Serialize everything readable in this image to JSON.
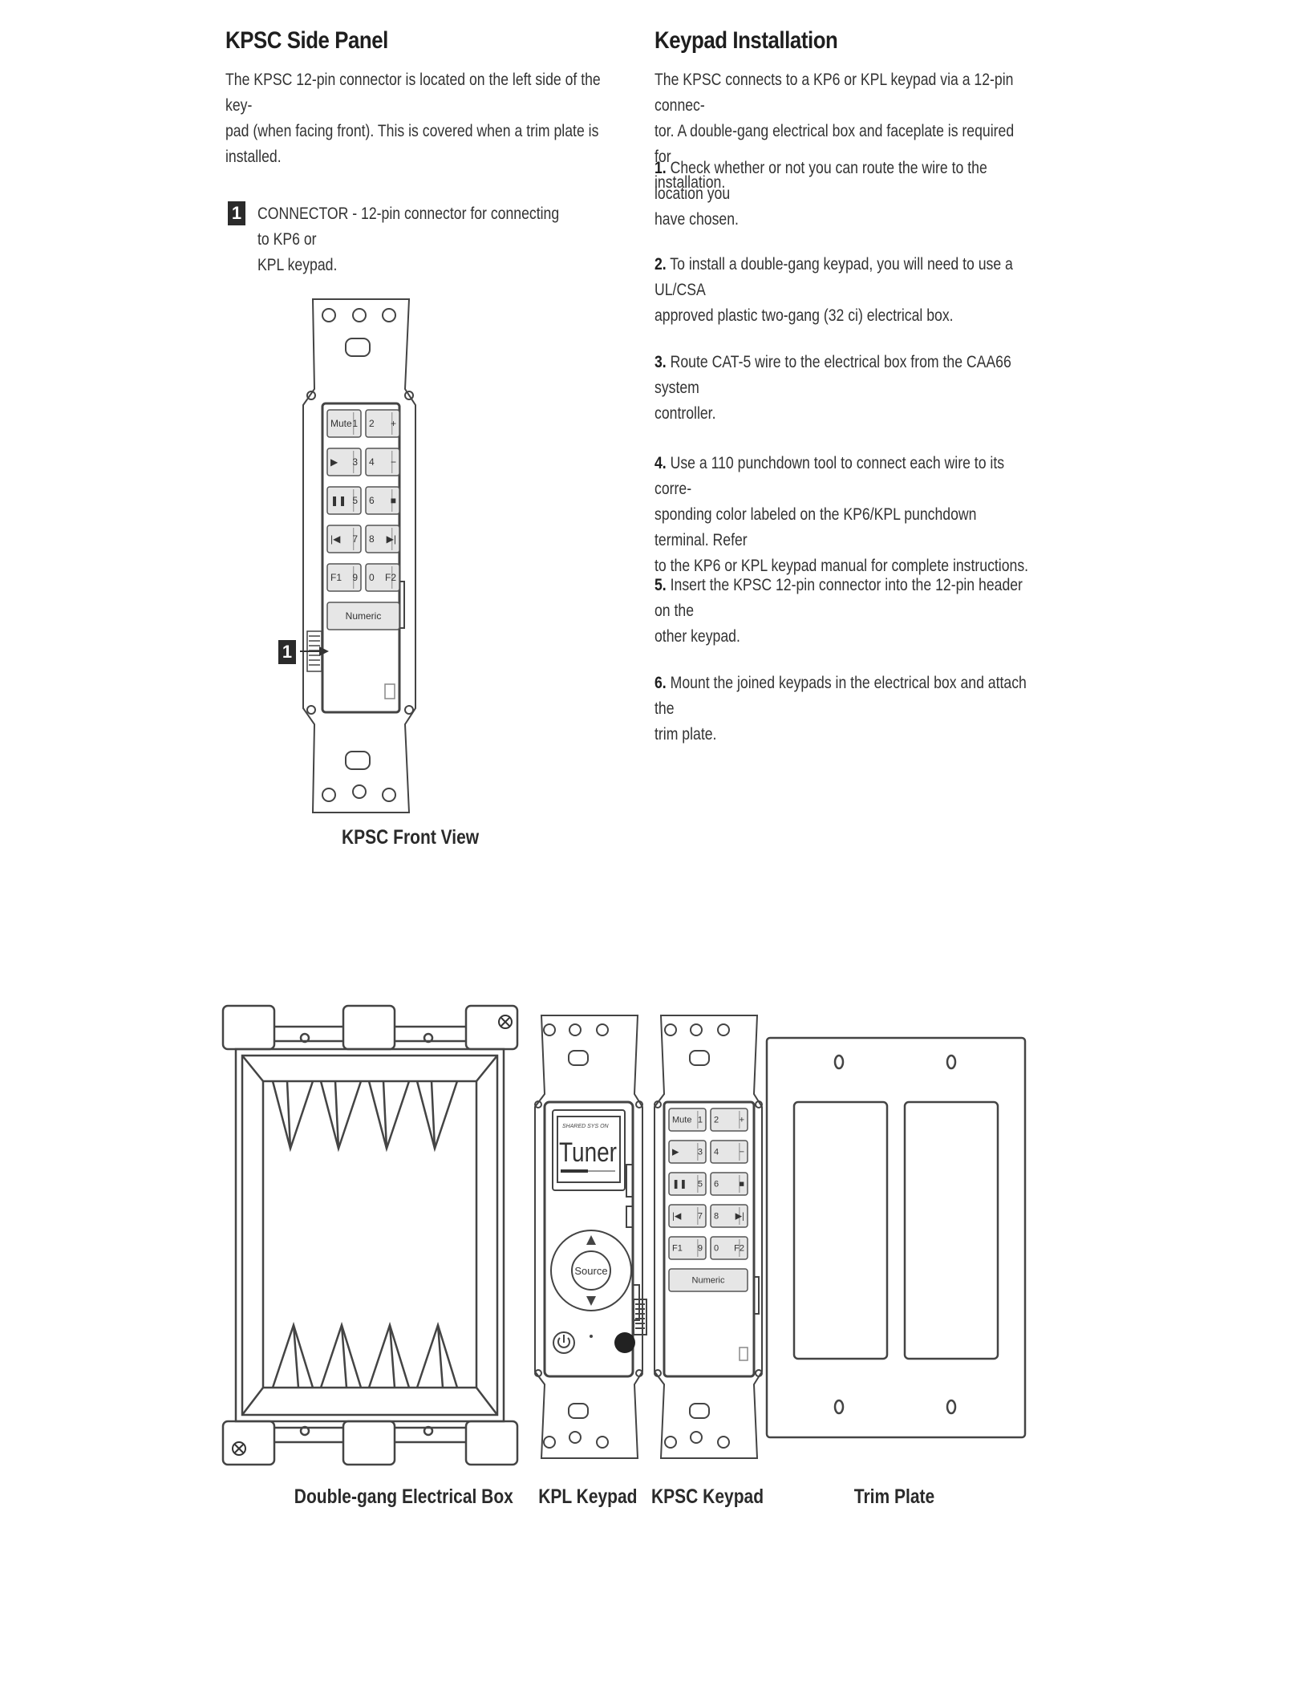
{
  "side_panel": {
    "heading": "KPSC Side Panel",
    "intro_lines": [
      "The KPSC 12-pin connector is located on the left side of the key-",
      "pad (when facing front). This is covered when a trim plate is",
      "installed."
    ],
    "callout": {
      "number": "1",
      "lines": [
        "CONNECTOR - 12-pin connector for connecting to KP6 or",
        "KPL keypad."
      ]
    },
    "figure_caption": "KPSC Front View"
  },
  "installation": {
    "heading": "Keypad Installation",
    "intro_lines": [
      "The KPSC connects to a KP6 or KPL keypad via a 12-pin connec-",
      "tor. A double-gang electrical box and faceplate is required for",
      "installation."
    ],
    "steps": [
      {
        "num": "1.",
        "lines": [
          "Check whether or not you can route the wire to the location you",
          "have chosen."
        ]
      },
      {
        "num": "2.",
        "lines": [
          "To install a double-gang keypad, you will need to use a UL/CSA",
          "approved plastic two-gang (32 ci) electrical box."
        ]
      },
      {
        "num": "3.",
        "lines": [
          "Route CAT-5 wire to the electrical box from the CAA66 system",
          "controller."
        ]
      },
      {
        "num": "4.",
        "lines": [
          "Use a 110 punchdown tool to connect each wire to its corre-",
          "sponding color labeled on the KP6/KPL punchdown terminal. Refer",
          "to the KP6 or KPL keypad manual for complete instructions."
        ]
      },
      {
        "num": "5.",
        "lines": [
          "Insert the KPSC 12-pin connector into the 12-pin header on the",
          "other keypad."
        ]
      },
      {
        "num": "6.",
        "lines": [
          "Mount the joined keypads in the electrical box and attach the",
          "trim plate."
        ]
      }
    ]
  },
  "keypad_buttons": [
    [
      "Mute",
      "1",
      "2",
      "+"
    ],
    [
      "▶",
      "3",
      "4",
      "−"
    ],
    [
      "❚❚",
      "5",
      "6",
      "■"
    ],
    [
      "|◀",
      "7",
      "8",
      "▶|"
    ],
    [
      "F1",
      "9",
      "0",
      "F2"
    ]
  ],
  "keypad_numeric_label": "Numeric",
  "kpl": {
    "lcd_top": "SHARED  SYS ON",
    "lcd_main": "Tuner",
    "source_label": "Source"
  },
  "bottom_captions": {
    "box": "Double-gang Electrical Box",
    "kpl": "KPL Keypad",
    "kpsc": "KPSC Keypad",
    "trim": "Trim Plate"
  }
}
